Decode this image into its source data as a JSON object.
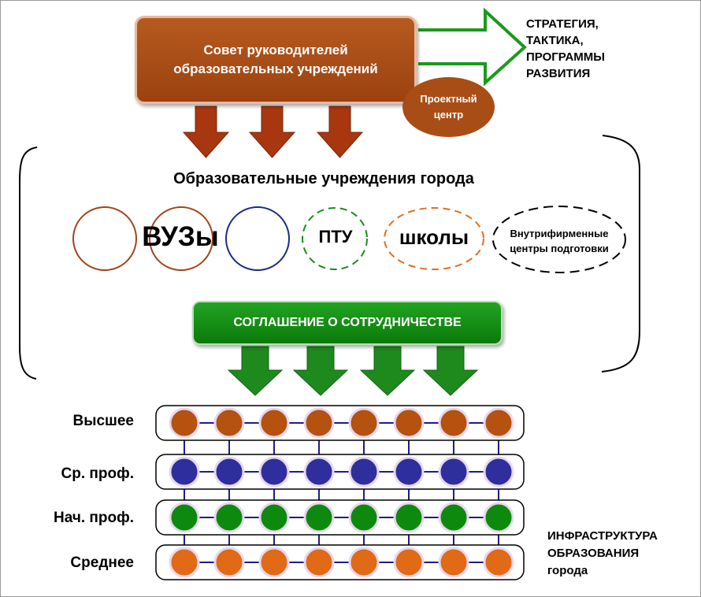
{
  "council": {
    "line1": "Совет руководителей",
    "line2": "образовательных учреждений"
  },
  "project_center": {
    "line1": "Проектный",
    "line2": "центр"
  },
  "strategy": {
    "line1": "СТРАТЕГИЯ,",
    "line2": "ТАКТИКА,",
    "line3": "ПРОГРАММЫ",
    "line4": "РАЗВИТИЯ"
  },
  "institutions": {
    "title": "Образовательные учреждения города",
    "vuz": "ВУЗы",
    "ptu": "ПТУ",
    "schools": "школы",
    "inner_line1": "Внутрифирменные",
    "inner_line2": "центры подготовки"
  },
  "agreement": "СОГЛАШЕНИЕ О СОТРУДНИЧЕСТВЕ",
  "levels": [
    {
      "label": "Высшее",
      "color": "#b5520f"
    },
    {
      "label": "Ср. проф.",
      "color": "#2e2e9c"
    },
    {
      "label": "Нач. проф.",
      "color": "#0d8a0d"
    },
    {
      "label": "Среднее",
      "color": "#e06a16"
    }
  ],
  "nodes_per_row": 8,
  "infrastructure": {
    "line1": "ИНФРАСТРУКТУРА",
    "line2": "ОБРАЗОВАНИЯ",
    "line3": "города"
  },
  "colors": {
    "brown": "#a94d17",
    "arrow_brown": "#a8360e",
    "arrow_green": "#1e8a1e",
    "outline_green": "#1a9a1a",
    "circle_brown": "#a0461a",
    "circle_blue": "#1c2a8a",
    "circle_green": "#1a8a1a",
    "circle_orange": "#e07020",
    "link": "#1c1c8c"
  }
}
